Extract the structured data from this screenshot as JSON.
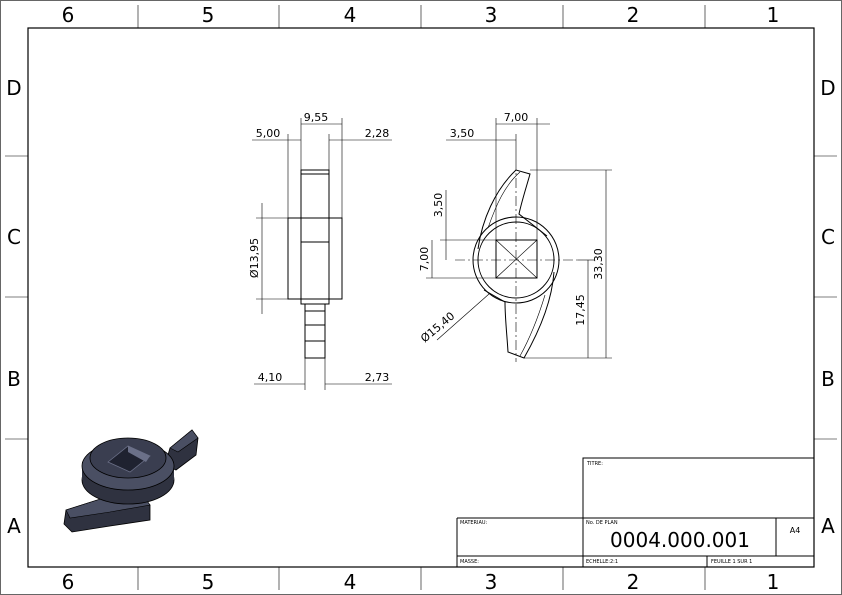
{
  "frame": {
    "columns_top": [
      "6",
      "5",
      "4",
      "3",
      "2",
      "1"
    ],
    "columns_bottom": [
      "6",
      "5",
      "4",
      "3",
      "2",
      "1"
    ],
    "rows_left": [
      "D",
      "C",
      "B",
      "A"
    ],
    "rows_right": [
      "D",
      "C",
      "B",
      "A"
    ]
  },
  "side_view": {
    "dim_top_total": "9,55",
    "dim_top_left": "5,00",
    "dim_top_right": "2,28",
    "dim_diameter": "Ø13,95",
    "dim_bottom_left": "4,10",
    "dim_bottom_right": "2,73"
  },
  "front_view": {
    "dim_top_width": "7,00",
    "dim_top_offset": "3,50",
    "dim_vert_half": "3,50",
    "dim_vert_square": "7,00",
    "dim_diameter": "Ø15,40",
    "dim_height_total": "33,30",
    "dim_height_lower": "17,45"
  },
  "title_block": {
    "titre_label": "TITRE:",
    "materiau_label": "MATERIAU:",
    "plan_label": "No. DE PLAN",
    "plan_number": "0004.000.001",
    "format": "A4",
    "masse_label": "MASSE:",
    "echelle_label": "ECHELLE:2:1",
    "feuille_label": "FEUILLE 1 SUR 1"
  },
  "colors": {
    "line": "#000000",
    "part_dark": "#2f3240",
    "part_mid": "#4a4f63",
    "part_light": "#6b7088"
  }
}
